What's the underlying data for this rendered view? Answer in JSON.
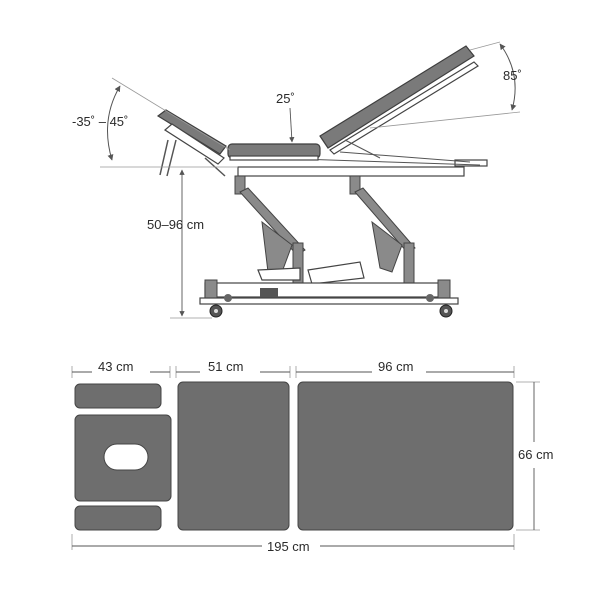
{
  "side_view": {
    "head_angle_label": "-35˚ – 45˚",
    "middle_angle_label": "25˚",
    "back_angle_label": "85˚",
    "height_label": "50–96 cm"
  },
  "top_view": {
    "head_width_label": "43 cm",
    "seat_width_label": "51 cm",
    "back_width_label": "96 cm",
    "depth_label": "66 cm",
    "total_length_label": "195 cm"
  },
  "colors": {
    "upholstery": "#6e6e6e",
    "frame": "#8a8a8a",
    "outline": "#444444"
  }
}
